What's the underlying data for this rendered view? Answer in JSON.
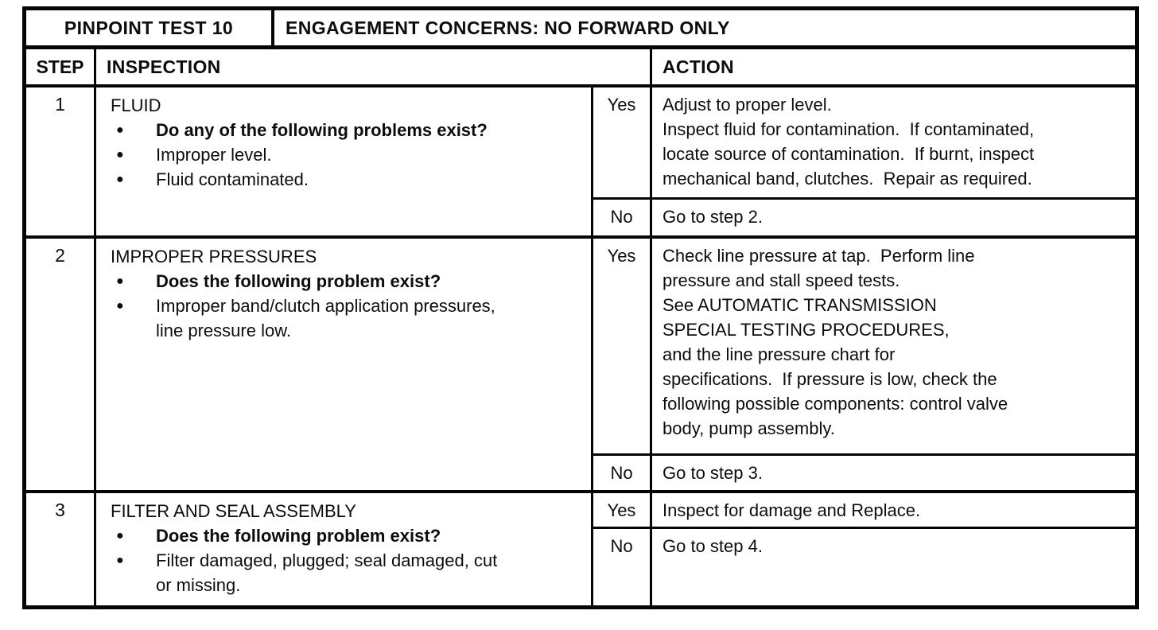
{
  "colors": {
    "paper": "#ffffff",
    "ink": "#0d0d0d",
    "border": "#050505"
  },
  "glyphs": {
    "bullet": "●"
  },
  "title_row": {
    "left": "PINPOINT TEST 10",
    "right": "ENGAGEMENT CONCERNS: NO FORWARD ONLY"
  },
  "header_row": {
    "step": "STEP",
    "inspection": "INSPECTION",
    "action": "ACTION"
  },
  "steps": [
    {
      "number": "1",
      "title": "FLUID",
      "bullets": [
        {
          "text": "Do any of the following problems exist?",
          "bold": true
        },
        {
          "text": "Improper level.",
          "bold": false
        },
        {
          "text": "Fluid contaminated.",
          "bold": false
        }
      ],
      "branches": [
        {
          "answer": "Yes",
          "action": "Adjust to proper level.\nInspect fluid for contamination.  If contaminated,\nlocate source of contamination.  If burnt, inspect\nmechanical band, clutches.  Repair as required."
        },
        {
          "answer": "No",
          "action": "Go to step 2."
        }
      ]
    },
    {
      "number": "2",
      "title": "IMPROPER PRESSURES",
      "bullets": [
        {
          "text": "Does the following problem exist?",
          "bold": true
        },
        {
          "text": "Improper band/clutch application pressures,\nline pressure low.",
          "bold": false
        }
      ],
      "branches": [
        {
          "answer": "Yes",
          "action": "Check line pressure at tap.  Perform line\npressure and stall speed tests.\nSee AUTOMATIC TRANSMISSION\nSPECIAL TESTING PROCEDURES,\nand the line pressure chart for\nspecifications.  If pressure is low, check the\nfollowing possible components: control valve\nbody, pump assembly."
        },
        {
          "answer": "No",
          "action": "Go to step 3."
        }
      ]
    },
    {
      "number": "3",
      "title": "FILTER AND SEAL ASSEMBLY",
      "bullets": [
        {
          "text": "Does the following problem exist?",
          "bold": true
        },
        {
          "text": "Filter damaged, plugged; seal damaged, cut\nor missing.",
          "bold": false
        }
      ],
      "branches": [
        {
          "answer": "Yes",
          "action": "Inspect for damage and Replace."
        },
        {
          "answer": "No",
          "action": "Go to step 4."
        }
      ]
    }
  ]
}
